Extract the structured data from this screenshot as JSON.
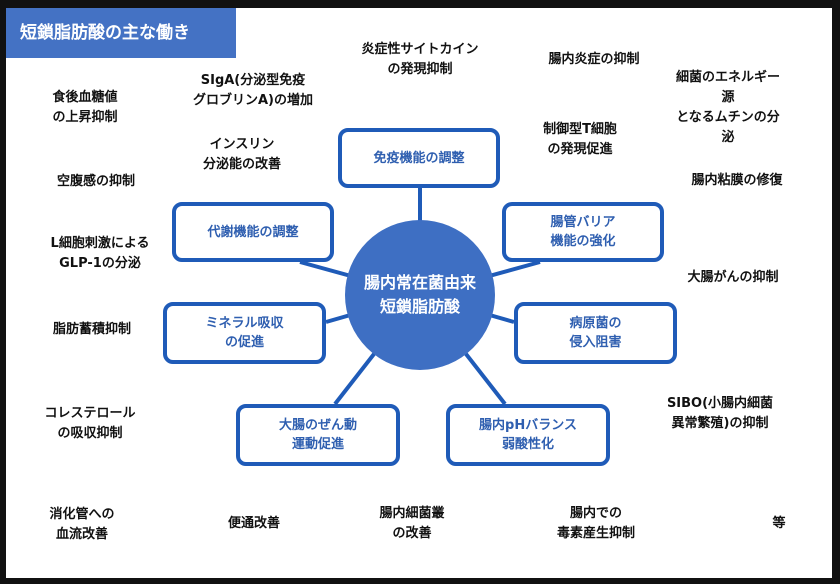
{
  "title": "短鎖脂肪酸の主な働き",
  "center": "腸内常在菌由来\n短鎖脂肪酸",
  "functions": [
    "免疫機能の調整",
    "代謝機能の調整",
    "腸管バリア\n機能の強化",
    "ミネラル吸収\nの促進",
    "病原菌の\n侵入阻害",
    "大腸のぜん動\n運動促進",
    "腸内pHバランス\n弱酸性化"
  ],
  "effects": [
    "炎症性サイトカイン\nの発現抑制",
    "腸内炎症の抑制",
    "SIgA(分泌型免疫\nグロブリンA)の増加",
    "食後血糖値\nの上昇抑制",
    "細菌のエネルギー源\nとなるムチンの分泌",
    "インスリン\n分泌能の改善",
    "制御型T細胞\nの発現促進",
    "空腹感の抑制",
    "腸内粘膜の修復",
    "L細胞刺激による\nGLP-1の分泌",
    "大腸がんの抑制",
    "脂肪蓄積抑制",
    "コレステロール\nの吸収抑制",
    "SIBO(小腸内細菌\n異常繁殖)の抑制",
    "消化管への\n血流改善",
    "便通改善",
    "腸内細菌叢\nの改善",
    "腸内での\n毒素産生抑制",
    "等"
  ],
  "colors": {
    "accent": "#4472c4",
    "border": "#1f5bb8"
  }
}
